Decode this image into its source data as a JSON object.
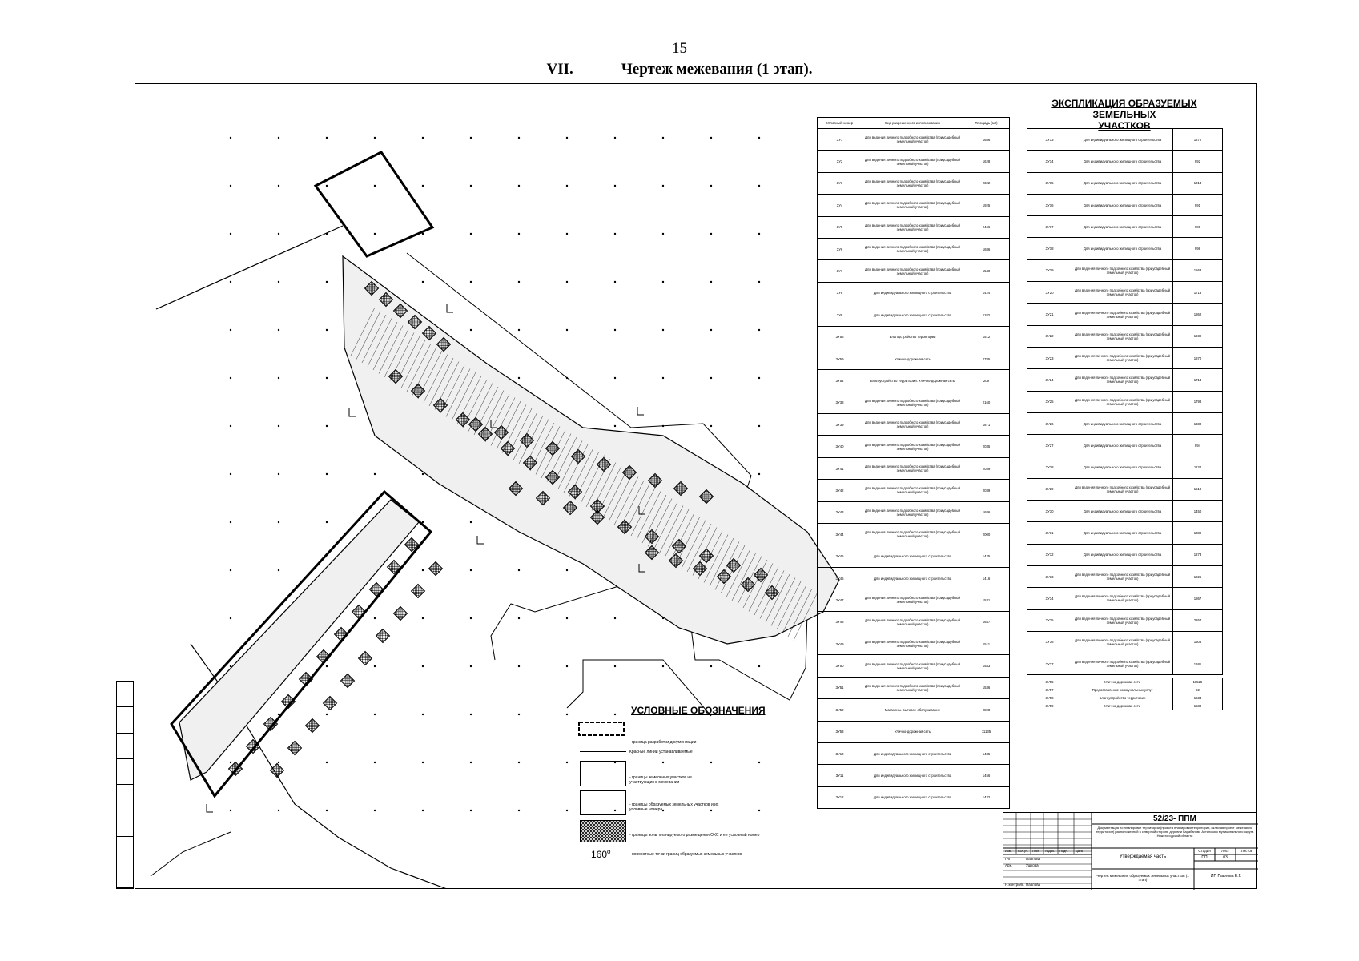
{
  "page_number": "15",
  "heading": {
    "roman": "VII.",
    "title": "Чертеж межевания (1 этап)."
  },
  "explication": {
    "title_line1": "ЭКСПЛИКАЦИЯ ОБРАЗУЕМЫХ ЗЕМЕЛЬНЫХ",
    "title_line2": "УЧАСТКОВ",
    "columns": [
      "Условный номер",
      "Вид разрешенного использования",
      "Площадь (м2)"
    ],
    "table1": [
      [
        "ЗУ1",
        "Для ведения личного подсобного хозяйства (приусадебный земельный участок)",
        "1686"
      ],
      [
        "ЗУ2",
        "Для ведения личного подсобного хозяйства (приусадебный земельный участок)",
        "1628"
      ],
      [
        "ЗУ3",
        "Для ведения личного подсобного хозяйства (приусадебный земельный участок)",
        "2322"
      ],
      [
        "ЗУ4",
        "Для ведения личного подсобного хозяйства (приусадебный земельный участок)",
        "1925"
      ],
      [
        "ЗУ5",
        "Для ведения личного подсобного хозяйства (приусадебный земельный участок)",
        "2466"
      ],
      [
        "ЗУ6",
        "Для ведения личного подсобного хозяйства (приусадебный земельный участок)",
        "1686"
      ],
      [
        "ЗУ7",
        "Для ведения личного подсобного хозяйства (приусадебный земельный участок)",
        "1540"
      ],
      [
        "ЗУ8",
        "Для индивидуального жилищного строительства",
        "1424"
      ],
      [
        "ЗУ9",
        "Для индивидуального жилищного строительства",
        "1182"
      ],
      [
        "ЗУ56",
        "Благоустройство территории",
        "1512"
      ],
      [
        "ЗУ59",
        "Улично-дорожная сеть",
        "2785"
      ],
      [
        "ЗУ54",
        "Благоустройство территории. Улично-дорожная сеть",
        "209"
      ],
      [
        "ЗУ38",
        "Для ведения личного подсобного хозяйства (приусадебный земельный участок)",
        "2160"
      ],
      [
        "ЗУ39",
        "Для ведения личного подсобного хозяйства (приусадебный земельный участок)",
        "1871"
      ],
      [
        "ЗУ40",
        "Для ведения личного подсобного хозяйства (приусадебный земельный участок)",
        "2035"
      ],
      [
        "ЗУ41",
        "Для ведения личного подсобного хозяйства (приусадебный земельный участок)",
        "2039"
      ],
      [
        "ЗУ42",
        "Для ведения личного подсобного хозяйства (приусадебный земельный участок)",
        "2039"
      ],
      [
        "ЗУ43",
        "Для ведения личного подсобного хозяйства (приусадебный земельный участок)",
        "1686"
      ],
      [
        "ЗУ44",
        "Для ведения личного подсобного хозяйства (приусадебный земельный участок)",
        "2000"
      ],
      [
        "ЗУ45",
        "Для индивидуального жилищного строительства",
        "1425"
      ],
      [
        "ЗУ46",
        "Для индивидуального жилищного строительства",
        "1416"
      ],
      [
        "ЗУ47",
        "Для ведения личного подсобного хозяйства (приусадебный земельный участок)",
        "1531"
      ],
      [
        "ЗУ48",
        "Для ведения личного подсобного хозяйства (приусадебный земельный участок)",
        "1647"
      ],
      [
        "ЗУ49",
        "Для ведения личного подсобного хозяйства (приусадебный земельный участок)",
        "1511"
      ],
      [
        "ЗУ50",
        "Для ведения личного подсобного хозяйства (приусадебный земельный участок)",
        "1543"
      ],
      [
        "ЗУ51",
        "Для ведения личного подсобного хозяйства (приусадебный земельный участок)",
        "1536"
      ],
      [
        "ЗУ52",
        "Магазины. Бытовое обслуживание",
        "2828"
      ],
      [
        "ЗУ53",
        "Улично-дорожная сеть",
        "11135"
      ],
      [
        "ЗУ10",
        "Для индивидуального жилищного строительства",
        "1435"
      ],
      [
        "ЗУ11",
        "Для индивидуального жилищного строительства",
        "1456"
      ],
      [
        "ЗУ12",
        "Для индивидуального жилищного строительства",
        "1432"
      ]
    ],
    "table2": [
      [
        "ЗУ13",
        "Для индивидуального жилищного строительства",
        "1272"
      ],
      [
        "ЗУ14",
        "Для индивидуального жилищного строительства",
        "992"
      ],
      [
        "ЗУ15",
        "Для индивидуального жилищного строительства",
        "1014"
      ],
      [
        "ЗУ16",
        "Для индивидуального жилищного строительства",
        "991"
      ],
      [
        "ЗУ17",
        "Для индивидуального жилищного строительства",
        "986"
      ],
      [
        "ЗУ18",
        "Для индивидуального жилищного строительства",
        "998"
      ],
      [
        "ЗУ19",
        "Для ведения личного подсобного хозяйства (приусадебный земельный участок)",
        "1563"
      ],
      [
        "ЗУ20",
        "Для ведения личного подсобного хозяйства (приусадебный земельный участок)",
        "1713"
      ],
      [
        "ЗУ21",
        "Для ведения личного подсобного хозяйства (приусадебный земельный участок)",
        "1862"
      ],
      [
        "ЗУ22",
        "Для ведения личного подсобного хозяйства (приусадебный земельный участок)",
        "1939"
      ],
      [
        "ЗУ23",
        "Для ведения личного подсобного хозяйства (приусадебный земельный участок)",
        "1870"
      ],
      [
        "ЗУ24",
        "Для ведения личного подсобного хозяйства (приусадебный земельный участок)",
        "1714"
      ],
      [
        "ЗУ25",
        "Для ведения личного подсобного хозяйства (приусадебный земельный участок)",
        "1798"
      ],
      [
        "ЗУ26",
        "Для индивидуального жилищного строительства",
        "1330"
      ],
      [
        "ЗУ27",
        "Для индивидуального жилищного строительства",
        "994"
      ],
      [
        "ЗУ28",
        "Для индивидуального жилищного строительства",
        "1134"
      ],
      [
        "ЗУ29",
        "Для ведения личного подсобного хозяйства (приусадебный земельный участок)",
        "1510"
      ],
      [
        "ЗУ30",
        "Для индивидуального жилищного строительства",
        "1450"
      ],
      [
        "ЗУ31",
        "Для индивидуального жилищного строительства",
        "1389"
      ],
      [
        "ЗУ32",
        "Для индивидуального жилищного строительства",
        "1273"
      ],
      [
        "ЗУ33",
        "Для ведения личного подсобного хозяйства (приусадебный земельный участок)",
        "1226"
      ],
      [
        "ЗУ34",
        "Для ведения личного подсобного хозяйства (приусадебный земельный участок)",
        "1867"
      ],
      [
        "ЗУ35",
        "Для ведения личного подсобного хозяйства (приусадебный земельный участок)",
        "2264"
      ],
      [
        "ЗУ36",
        "Для ведения личного подсобного хозяйства (приусадебный земельный участок)",
        "1506"
      ],
      [
        "ЗУ37",
        "Для ведения личного подсобного хозяйства (приусадебный земельный участок)",
        "1681"
      ]
    ],
    "table3": [
      [
        "ЗУ55",
        "Улично-дорожная сеть",
        "11525"
      ],
      [
        "ЗУ57",
        "Предоставление коммунальных услуг",
        "92"
      ],
      [
        "ЗУ58",
        "Благоустройство территории",
        "1634"
      ],
      [
        "ЗУ59",
        "Улично-дорожная сеть",
        "1580"
      ]
    ]
  },
  "legend": {
    "title": "УСЛОВНЫЕ ОБОЗНАЧЕНИЯ",
    "items": [
      "- граница разработки документации",
      "Красные линии устанавливаемые",
      "- границы земельных участков не участвующих в межевании",
      "- границы образуемых земельных участков и их условные номера",
      "- границы зоны планируемого размещения ОКС и ее условный номер",
      "- поворотные точки границ образуемых земельных участков"
    ],
    "point_label": "160"
  },
  "stamp": {
    "code": "52/23- ППМ",
    "description": "Документация по планировке территории (проекта планировки территории, включая проект межевания территории) расположенной в северной стороне деревни Карабаново Ахтанского муниципального округа Нижегородской области",
    "headers": [
      "Изм.",
      "Кол.уч.",
      "Лист",
      "№Док.",
      "Подп.",
      "Дата"
    ],
    "roles": [
      [
        "ГАП",
        "Павлова"
      ],
      [
        "Арх.",
        "Ушкова"
      ],
      [
        "Н.контроль",
        "Павлова"
      ]
    ],
    "approved": "Утверждаемая часть",
    "stage_headers": [
      "Стадия",
      "Лист",
      "Листов"
    ],
    "stage_values": [
      "ПП",
      "03",
      ""
    ],
    "sheet_title": "Чертеж межевания образуемых земельных участков (1 этап)",
    "organization": "ИП Павлова Е.Г."
  }
}
